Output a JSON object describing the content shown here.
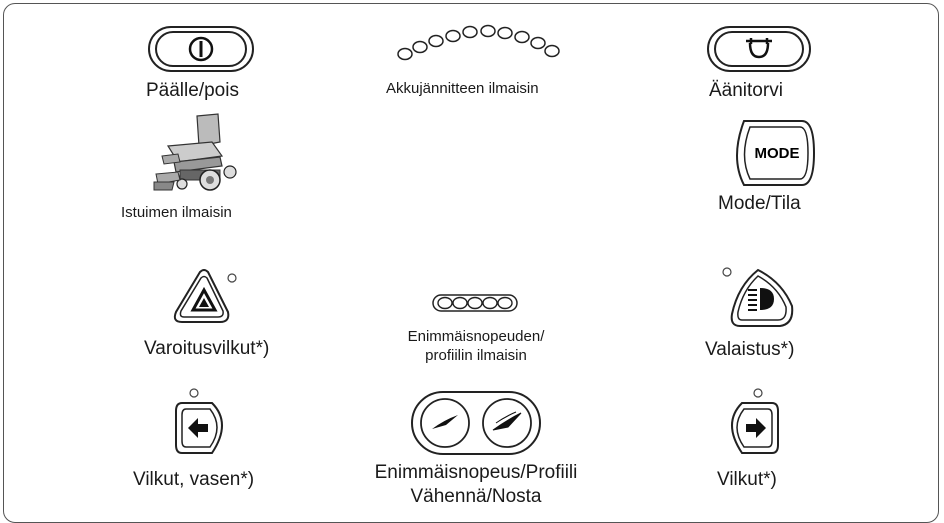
{
  "labels": {
    "power": "Päälle/pois",
    "battery": "Akkujännitteen ilmaisin",
    "horn": "Äänitorvi",
    "seat": "Istuimen ilmaisin",
    "mode_button": "MODE",
    "mode": "Mode/Tila",
    "hazard": "Varoitusvilkut*)",
    "speed_indicator_line1": "Enimmäisnopeuden/",
    "speed_indicator_line2": "profiilin ilmaisin",
    "lights": "Valaistus*)",
    "turn_left": "Vilkut, vasen*)",
    "speed_buttons_line1": "Enimmäisnopeus/Profiili",
    "speed_buttons_line2": "Vähennä/Nosta",
    "turn_right": "Vilkut*)"
  },
  "icons": {
    "power": "power-icon",
    "battery": "battery-leds-icon",
    "horn": "horn-icon",
    "seat": "wheelchair-seat-icon",
    "hazard": "hazard-triangle-icon",
    "speed_leds": "speed-leds-icon",
    "lights": "headlight-icon",
    "left": "arrow-left-icon",
    "speed_buttons": "speed-down-up-icon",
    "right": "arrow-right-icon"
  },
  "battery_leds": 10,
  "speed_leds": 5
}
